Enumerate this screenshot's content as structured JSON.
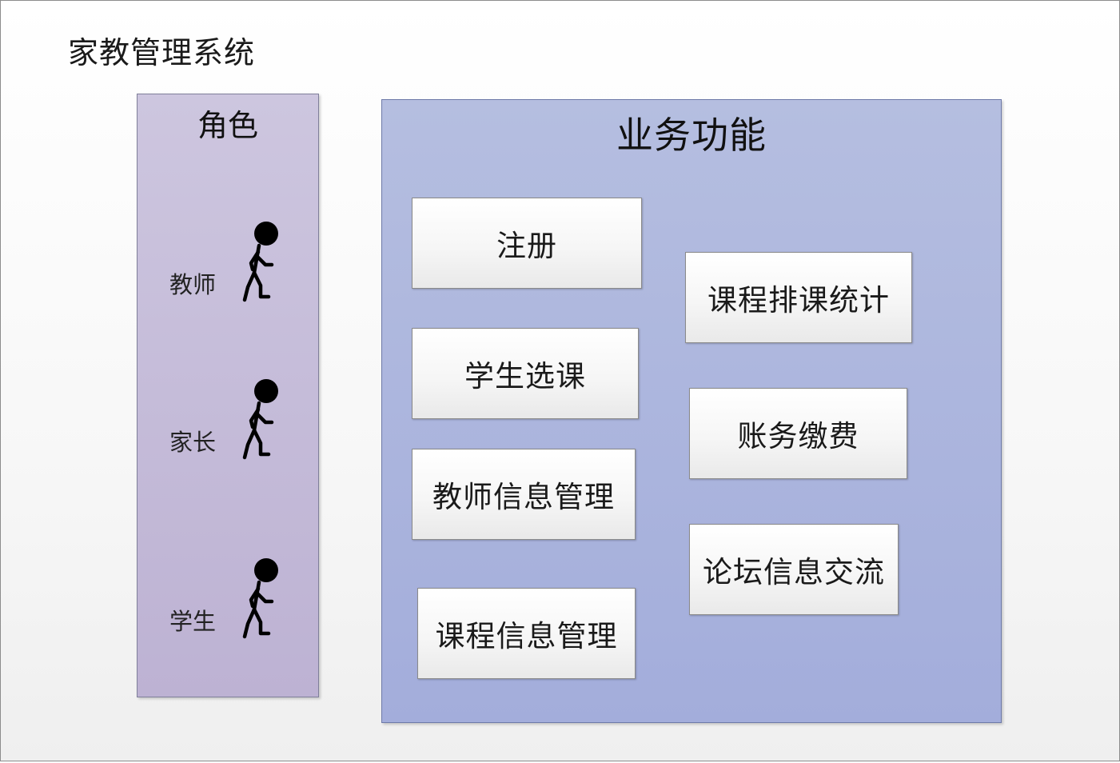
{
  "system": {
    "title": "家教管理系统"
  },
  "roles": {
    "title": "角色",
    "items": [
      {
        "label": "教师",
        "icon": "stick-figure-walking-icon"
      },
      {
        "label": "家长",
        "icon": "stick-figure-walking-icon"
      },
      {
        "label": "学生",
        "icon": "stick-figure-walking-icon"
      }
    ]
  },
  "functions": {
    "title": "业务功能",
    "items": [
      {
        "label": "注册"
      },
      {
        "label": "学生选课"
      },
      {
        "label": "教师信息管理"
      },
      {
        "label": "课程信息管理"
      },
      {
        "label": "课程排课统计"
      },
      {
        "label": "账务缴费"
      },
      {
        "label": "论坛信息交流"
      }
    ]
  },
  "colors": {
    "roles_panel": "#c5bcd9",
    "functions_panel": "#adb6dd",
    "box_fill": "#f4f4f4",
    "figure": "#000000"
  }
}
